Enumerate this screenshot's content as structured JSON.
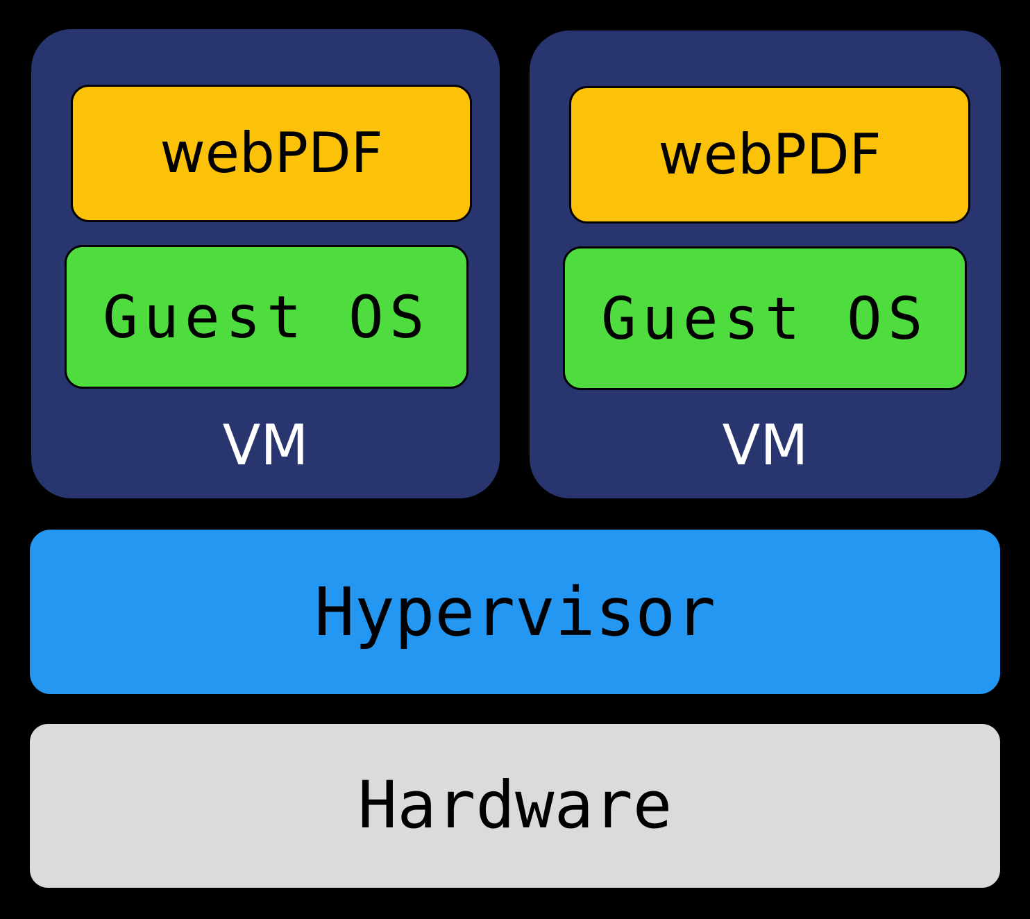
{
  "colors": {
    "canvas_bg": "#000000",
    "vm_box": "#28356E",
    "app_box": "#FCC20A",
    "guest_os_box": "#4EDC3E",
    "hypervisor_bar": "#2497F2",
    "hardware_bar": "#DBDBDB",
    "box_outline": "#000000",
    "box_label_text": "#000000",
    "vm_label_text": "#FFFFFF"
  },
  "diagram": {
    "vms": [
      {
        "app_label": "webPDF",
        "os_label": "Guest OS",
        "vm_label": "VM"
      },
      {
        "app_label": "webPDF",
        "os_label": "Guest OS",
        "vm_label": "VM"
      }
    ],
    "hypervisor": {
      "label": "Hypervisor"
    },
    "hardware": {
      "label": "Hardware"
    }
  }
}
